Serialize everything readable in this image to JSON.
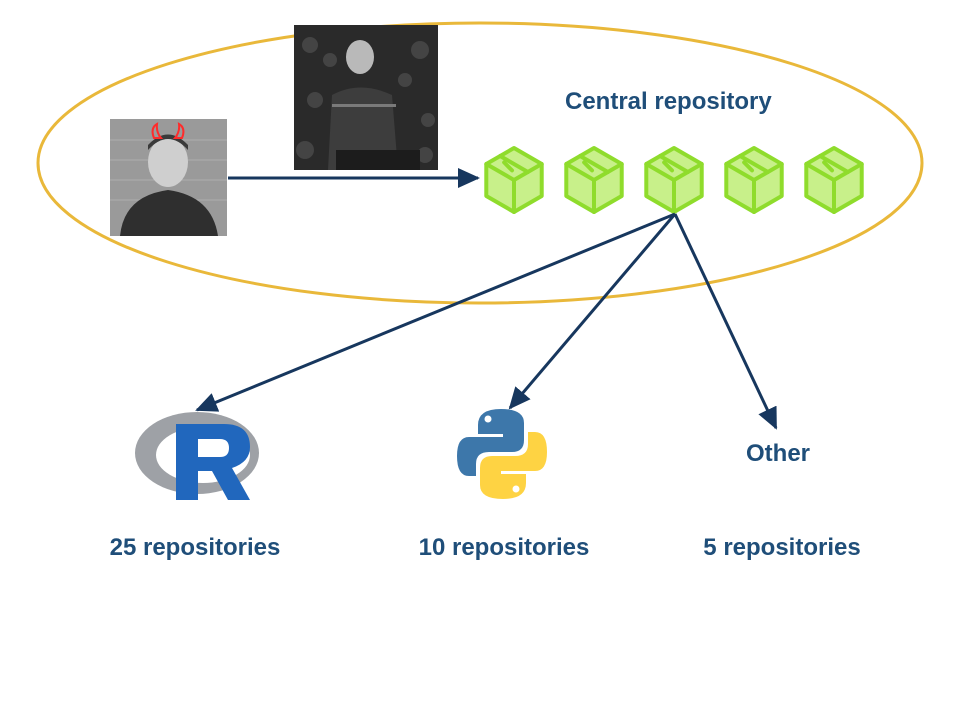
{
  "central": {
    "label": "Central repository"
  },
  "targets": [
    {
      "id": "r",
      "icon": "r-logo-icon",
      "count_label": "25 repositories"
    },
    {
      "id": "python",
      "icon": "python-logo-icon",
      "count_label": "10 repositories"
    },
    {
      "id": "other",
      "label": "Other",
      "count_label": "5 repositories"
    }
  ],
  "colors": {
    "ellipse": "#e9b83a",
    "arrow": "#17375e",
    "text": "#1f4e79",
    "package_fill": "#c8f08a",
    "package_stroke": "#8fdc2c"
  },
  "people": [
    {
      "icon": "person-photo-devil-horns",
      "role": "contributor"
    },
    {
      "icon": "person-photo-seated"
    }
  ],
  "packages_count": 5
}
